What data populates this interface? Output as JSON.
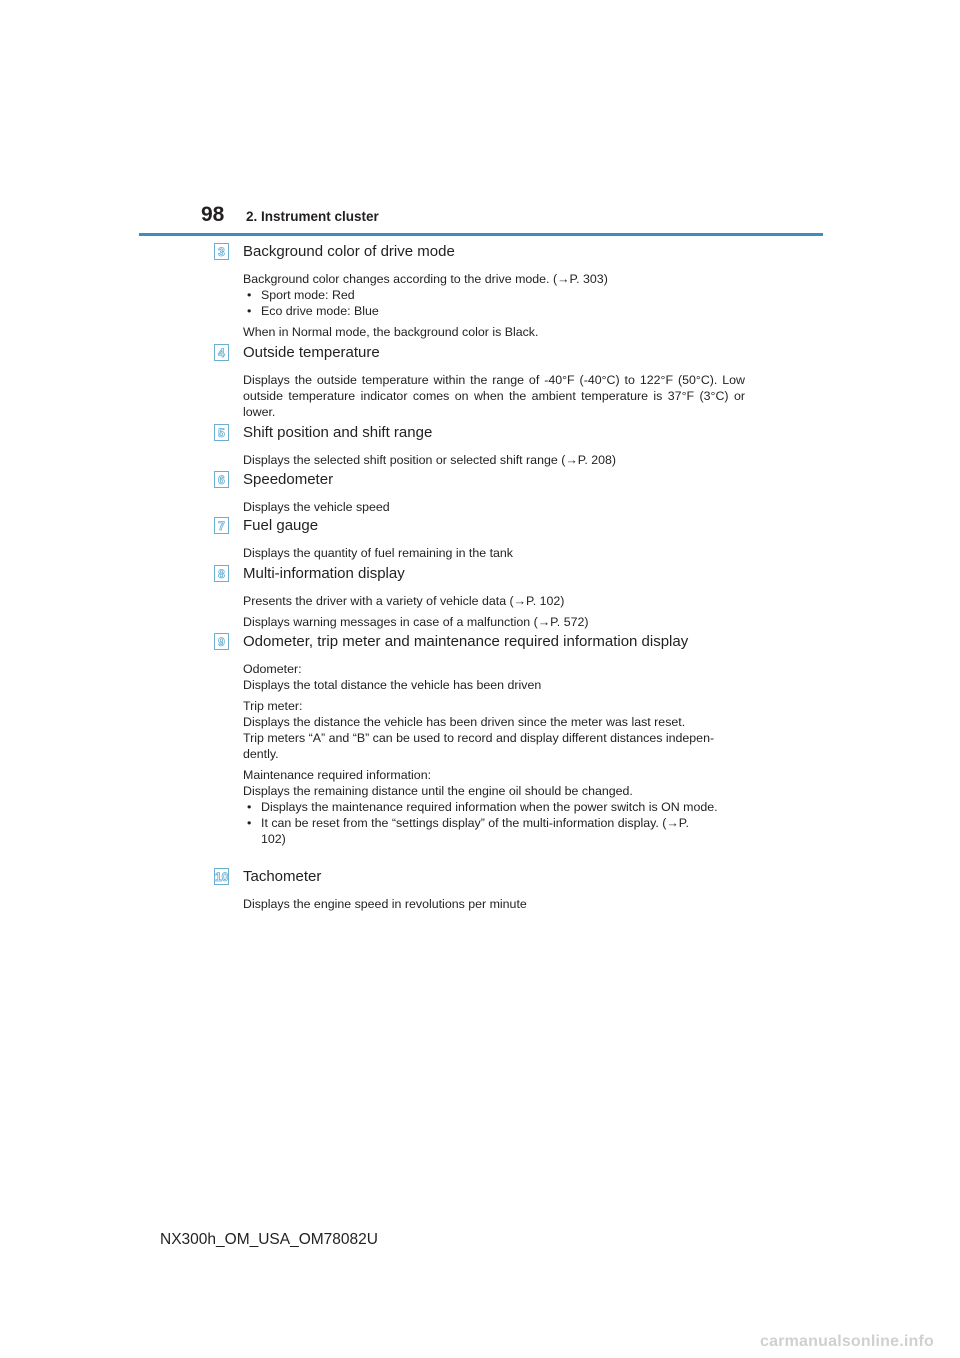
{
  "header": {
    "page_number": "98",
    "section_title": "2. Instrument cluster"
  },
  "items": {
    "i3": {
      "number": "3",
      "title": "Background color of drive mode",
      "desc1": "Background color changes according to the drive mode. (→P. 303)",
      "bullet1": "Sport mode: Red",
      "bullet2": "Eco drive mode: Blue",
      "desc2": "When in Normal mode, the background color is Black."
    },
    "i4": {
      "number": "4",
      "title": "Outside temperature",
      "desc1": "Displays the outside temperature within the range of -40°F (-40°C) to 122°F (50°C). Low outside temperature indicator comes on when the ambient temperature is 37°F (3°C) or lower."
    },
    "i5": {
      "number": "5",
      "title": "Shift position and shift range",
      "desc1": "Displays the selected shift position or selected shift range (→P. 208)"
    },
    "i6": {
      "number": "6",
      "title": "Speedometer",
      "desc1": "Displays the vehicle speed"
    },
    "i7": {
      "number": "7",
      "title": "Fuel gauge",
      "desc1": "Displays the quantity of fuel remaining in the tank"
    },
    "i8": {
      "number": "8",
      "title": "Multi-information display",
      "desc1": "Presents the driver with a variety of vehicle data (→P. 102)",
      "desc2": "Displays warning messages in case of a malfunction (→P. 572)"
    },
    "i9": {
      "number": "9",
      "title": "Odometer, trip meter and maintenance required information display",
      "odo_label": "Odometer:",
      "odo_text": "Displays the total distance the vehicle has been driven",
      "trip_label": "Trip meter:",
      "trip_text1": "Displays the distance the vehicle has been driven since the meter was last reset.",
      "trip_text2": "Trip meters “A” and “B” can be used to record and display different distances indepen-dently.",
      "maint_label": "Maintenance required information:",
      "maint_text": "Displays the remaining distance until the engine oil should be changed.",
      "bullet1": "Displays the maintenance required information when the power switch is ON mode.",
      "bullet2": "It can be reset from the “settings display” of the multi-information display. (→P. 102)"
    },
    "i10": {
      "number": "10",
      "title": "Tachometer",
      "desc1": "Displays the engine speed in revolutions per minute"
    }
  },
  "footer": {
    "doc_code": "NX300h_OM_USA_OM78082U"
  },
  "watermark": {
    "text": "carmanualsonline.info"
  }
}
